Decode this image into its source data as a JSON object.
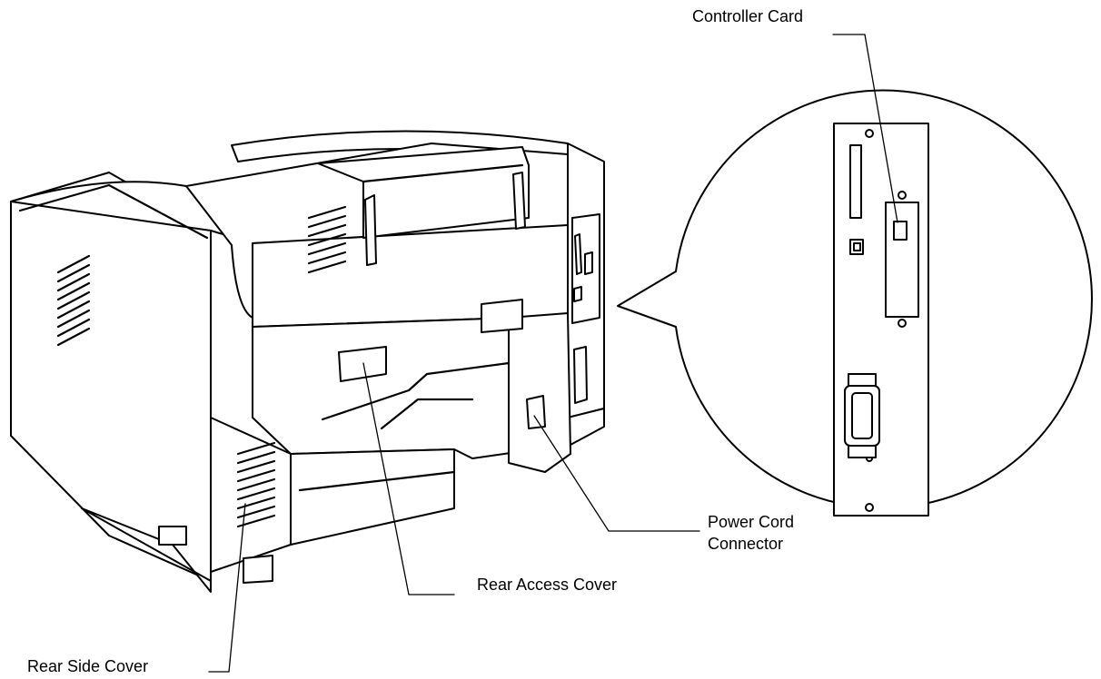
{
  "labels": {
    "controller_card": "Controller Card",
    "power_cord_connector_line1": "Power Cord",
    "power_cord_connector_line2": "Connector",
    "rear_access_cover": "Rear Access Cover",
    "rear_side_cover": "Rear Side Cover"
  },
  "colors": {
    "line": "#000000",
    "background": "#ffffff"
  }
}
